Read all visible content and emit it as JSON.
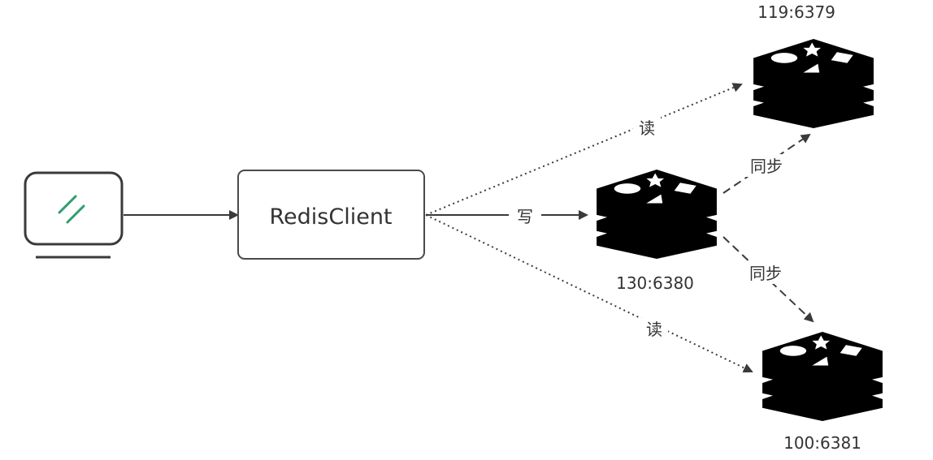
{
  "client": {
    "label": "RedisClient"
  },
  "nodes": {
    "master": {
      "label": "130:6380"
    },
    "slave1": {
      "label": "119:6379"
    },
    "slave2": {
      "label": "100:6381"
    }
  },
  "edges": {
    "computer_to_client": {
      "label": ""
    },
    "client_to_master": {
      "label": "写"
    },
    "client_to_slave1": {
      "label": "读"
    },
    "client_to_slave2": {
      "label": "读"
    },
    "master_to_slave1": {
      "label": "同步"
    },
    "master_to_slave2": {
      "label": "同步"
    }
  },
  "colors": {
    "line": "#3a3a3a",
    "box_border": "#4a4a4a",
    "screen_accent": "#2e9e6e",
    "redis_black": "#000000"
  },
  "icons": {
    "computer": "computer-monitor-icon",
    "redis": "redis-logo-icon"
  }
}
